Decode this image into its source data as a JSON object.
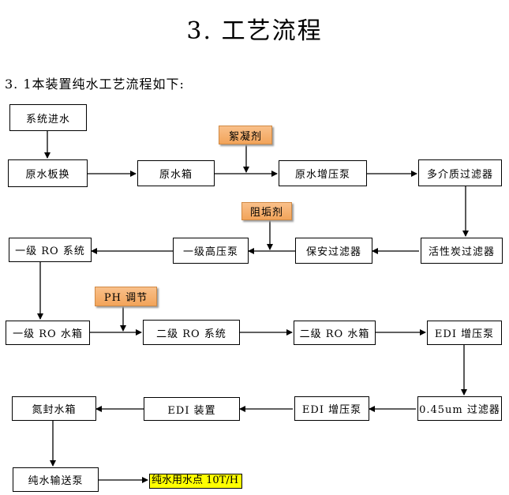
{
  "title": "3. 工艺流程",
  "subtitle": "3. 1本装置纯水工艺流程如下:",
  "boxes": {
    "system_inlet": "系统进水",
    "raw_water_heat_exchange": "原水板换",
    "raw_water_tank": "原水箱",
    "raw_water_booster_pump": "原水增压泵",
    "multimedia_filter": "多介质过滤器",
    "activated_carbon_filter": "活性炭过滤器",
    "security_filter": "保安过滤器",
    "primary_high_pressure_pump": "一级高压泵",
    "primary_ro_system": "一级 RO 系统",
    "primary_ro_tank": "一级 RO 水箱",
    "secondary_ro_system": "二级 RO 系统",
    "secondary_ro_tank": "二级 RO 水箱",
    "edi_booster_pump_1": "EDI 增压泵",
    "filter_045um": "0.45um 过滤器",
    "edi_booster_pump_2": "EDI 增压泵",
    "edi_device": "EDI 装置",
    "nitrogen_seal_tank": "氮封水箱",
    "pure_water_pump": "纯水输送泵"
  },
  "chemicals": {
    "flocculant": "絮凝剂",
    "scale_inhibitor": "阻垢剂",
    "ph_adjust": "PH 调节"
  },
  "final_point": "纯水用水点 10T/H",
  "colors": {
    "chemical_fill": "#f2a45a",
    "final_highlight": "#ffff00"
  }
}
